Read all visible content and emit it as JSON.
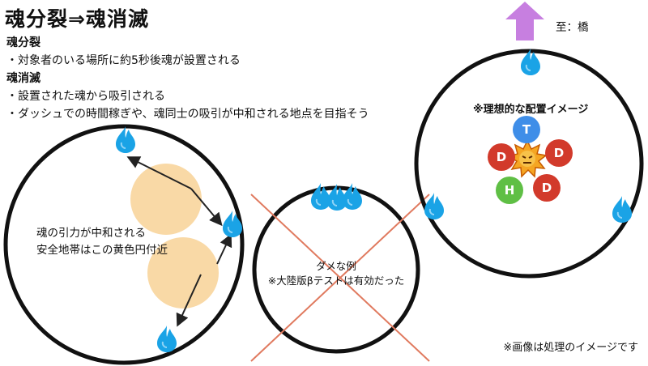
{
  "title": "魂分裂⇒魂消滅",
  "lines": [
    {
      "text": "魂分裂",
      "head": true
    },
    {
      "text": "・対象者のいる場所に約5秒後魂が設置される",
      "head": false
    },
    {
      "text": "魂消滅",
      "head": true
    },
    {
      "text": "・設置された魂から吸引される",
      "head": false
    },
    {
      "text": "・ダッシュでの時間稼ぎや、魂同士の吸引が中和される地点を目指そう",
      "head": false
    }
  ],
  "left_panel": {
    "label_line1": "魂の引力が中和される",
    "label_line2": "安全地帯はこの黄色円付近"
  },
  "middle_panel": {
    "label_line1": "ダメな例",
    "label_line2": "※大陸版βテストは有効だった"
  },
  "right_panel": {
    "arrow_label": "至：橋",
    "ideal_label": "※理想的な配置イメージ",
    "markers": [
      {
        "text": "T",
        "role": "tank",
        "color": "#3f8ee8"
      },
      {
        "text": "D",
        "role": "dps",
        "color": "#d23a2b"
      },
      {
        "text": "D",
        "role": "dps",
        "color": "#d23a2b"
      },
      {
        "text": "H",
        "role": "healer",
        "color": "#5fbf45"
      },
      {
        "text": "D",
        "role": "dps",
        "color": "#d23a2b"
      }
    ]
  },
  "footer": "※画像は処理のイメージです",
  "colors": {
    "soul": "#1aa3e6",
    "safe_zone": "#f9d9a6",
    "cross": "#e07a5f",
    "arrow_up": "#c77fe0"
  }
}
